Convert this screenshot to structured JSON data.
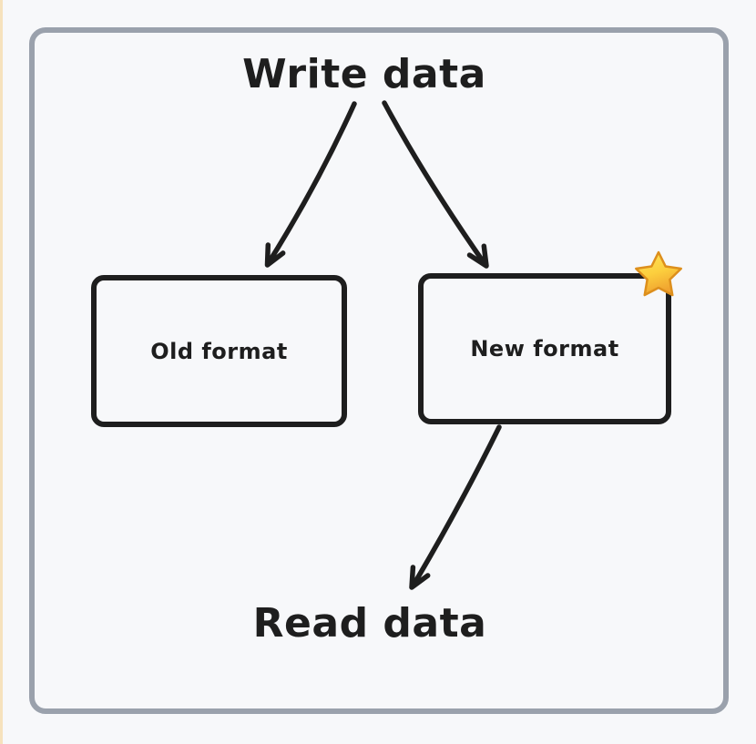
{
  "diagram": {
    "type": "flow",
    "top_label": "Write data",
    "bottom_label": "Read data",
    "nodes": [
      {
        "id": "old-format",
        "label": "Old format"
      },
      {
        "id": "new-format",
        "label": "New format",
        "badge_icon": "star-icon"
      }
    ],
    "edges": [
      {
        "from": "write-data",
        "to": "old-format",
        "style": "arrow"
      },
      {
        "from": "write-data",
        "to": "new-format",
        "style": "arrow"
      },
      {
        "from": "new-format",
        "to": "read-data",
        "style": "arrow"
      }
    ],
    "colors": {
      "ink": "#1e1e1e",
      "frame_border": "#9aa1ac",
      "background": "#f7f8fa",
      "left_edge_accent": "#f6e2bd",
      "star_fill_top": "#ffe45c",
      "star_fill_bottom": "#f0a32f",
      "star_stroke": "#dd8f1c"
    }
  }
}
